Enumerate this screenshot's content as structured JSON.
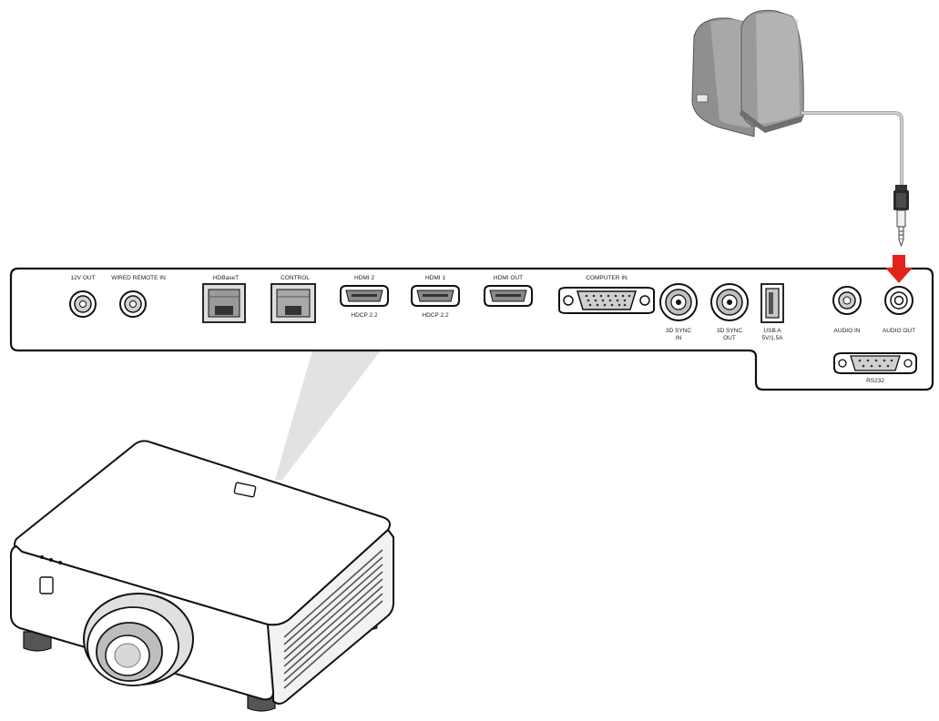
{
  "colors": {
    "panel_stroke": "#111111",
    "port_fill": "#bfbfbf",
    "arrow": "#e2231a",
    "beam": "#dcdcdc",
    "speaker_body": "#9a9a9a",
    "cable": "#a8a8a8"
  },
  "panel": {
    "title": "Projector rear I/O panel",
    "ports": {
      "out_12v": "12V OUT",
      "wired_remote_in": "WIRED REMOTE IN",
      "hdbaset": "HDBaseT",
      "control": "CONTROL",
      "hdmi2": "HDMI 2",
      "hdmi2_sub": "HDCP 2.2",
      "hdmi1": "HDMI 1",
      "hdmi1_sub": "HDCP 2.2",
      "hdmi_out": "HDMI OUT",
      "computer_in": "COMPUTER IN",
      "sync_in_1": "3D SYNC",
      "sync_in_2": "IN",
      "sync_out_1": "3D SYNC",
      "sync_out_2": "OUT",
      "usb_1": "USB A",
      "usb_2": "5V/1.5A",
      "audio_in": "AUDIO IN",
      "audio_out": "AUDIO OUT",
      "rs232": "RS232"
    }
  },
  "highlight": {
    "target_port": "audio-out",
    "arrow_icon": "down-arrow-icon"
  },
  "devices": {
    "speakers_icon": "speakers-icon",
    "cable_icon": "audio-cable-icon",
    "projector_icon": "projector-icon"
  }
}
